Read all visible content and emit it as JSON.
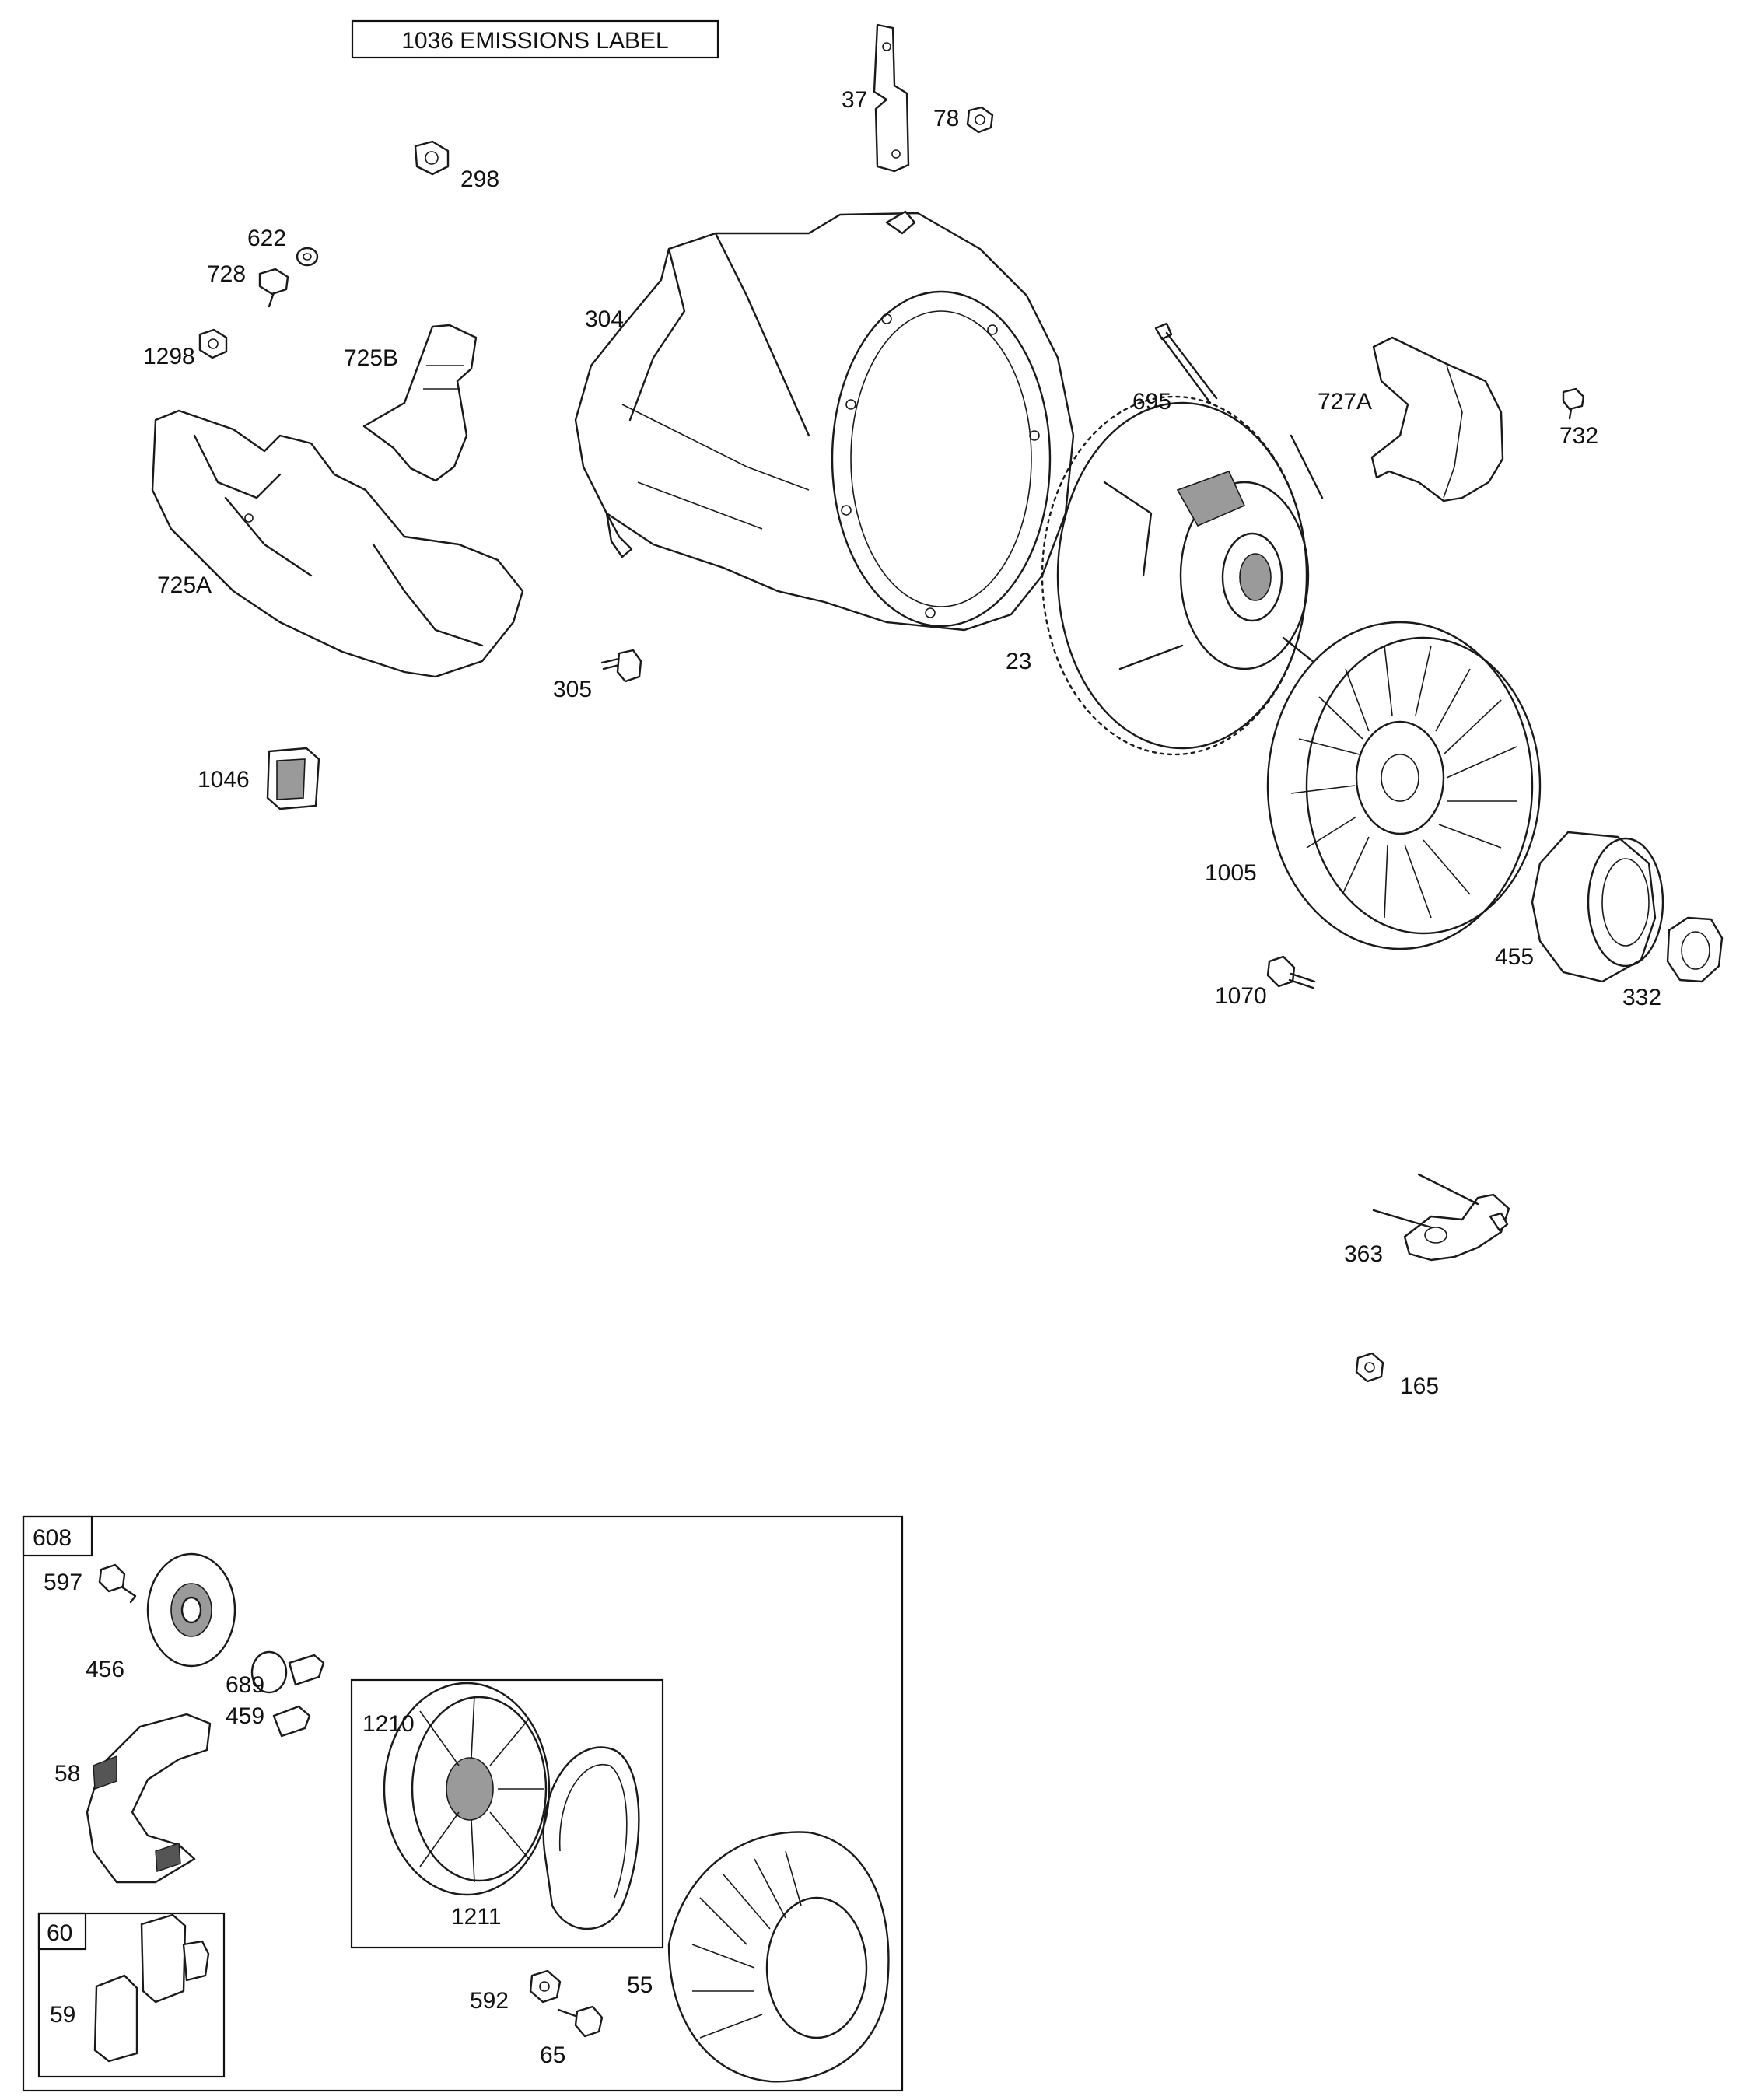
{
  "emissions_label": "1036 EMISSIONS LABEL",
  "callouts": {
    "p37": "37",
    "p78": "78",
    "p298": "298",
    "p622": "622",
    "p728": "728",
    "p304": "304",
    "p1298": "1298",
    "p725B": "725B",
    "p695": "695",
    "p727A": "727A",
    "p732": "732",
    "p725A": "725A",
    "p23": "23",
    "p305": "305",
    "p1046": "1046",
    "p1005": "1005",
    "p455": "455",
    "p1070": "1070",
    "p332": "332",
    "p363": "363",
    "p165": "165"
  },
  "kit_608": {
    "label": "608",
    "callouts": {
      "p597": "597",
      "p456": "456",
      "p689": "689",
      "p459": "459",
      "p58": "58",
      "p592": "592",
      "p55": "55",
      "p65": "65"
    },
    "kit_1210": {
      "callouts": {
        "p1210": "1210",
        "p1211": "1211"
      }
    },
    "kit_60": {
      "label": "60",
      "callouts": {
        "p59": "59"
      }
    }
  }
}
